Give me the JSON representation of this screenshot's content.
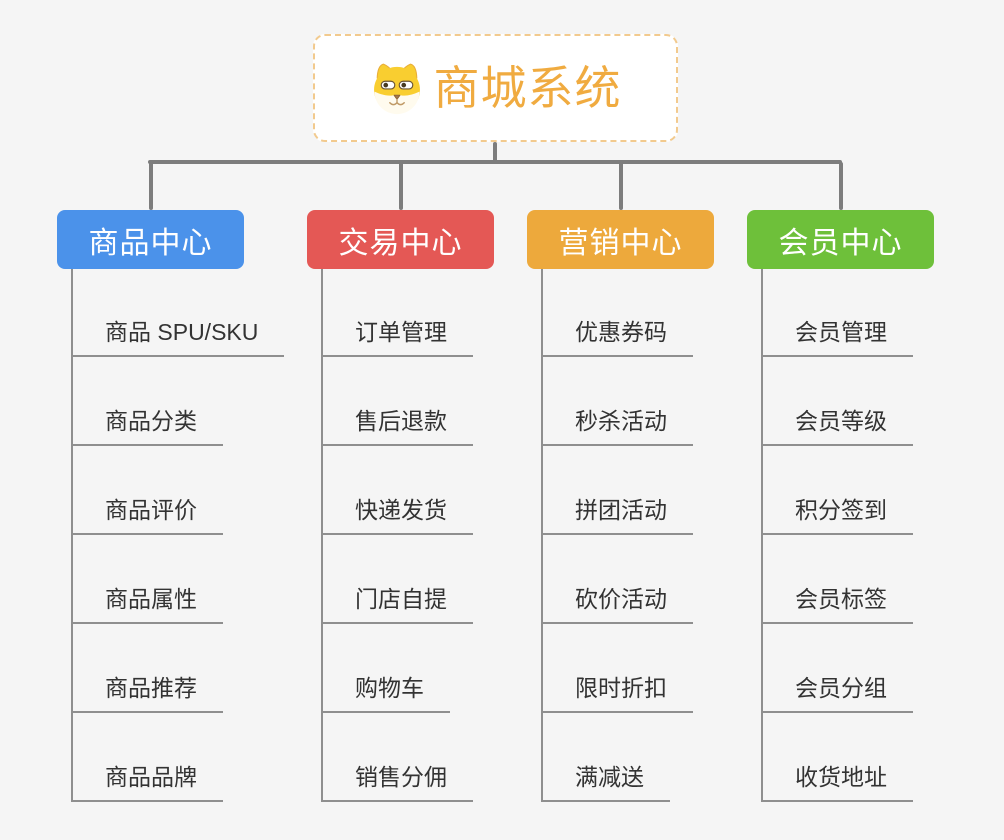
{
  "root": {
    "title": "商城系统",
    "icon": "dog-face-icon",
    "title_color": "#F0AB40"
  },
  "branches": [
    {
      "label": "商品中心",
      "color": "#4B92EA",
      "items": [
        "商品 SPU/SKU",
        "商品分类",
        "商品评价",
        "商品属性",
        "商品推荐",
        "商品品牌"
      ]
    },
    {
      "label": "交易中心",
      "color": "#E45855",
      "items": [
        "订单管理",
        "售后退款",
        "快递发货",
        "门店自提",
        "购物车",
        "销售分佣"
      ]
    },
    {
      "label": "营销中心",
      "color": "#EDA93C",
      "items": [
        "优惠券码",
        "秒杀活动",
        "拼团活动",
        "砍价活动",
        "限时折扣",
        "满减送"
      ]
    },
    {
      "label": "会员中心",
      "color": "#6EC03A",
      "items": [
        "会员管理",
        "会员等级",
        "积分签到",
        "会员标签",
        "会员分组",
        "收货地址"
      ]
    }
  ],
  "colors": {
    "background": "#F5F5F5",
    "connector": "#7D7D7D",
    "leaf_line": "#8F8F8F",
    "leaf_text": "#333333",
    "branch_text": "#FFFFFF",
    "root_border": "#F2CA8E",
    "root_background": "#FFFFFF"
  }
}
